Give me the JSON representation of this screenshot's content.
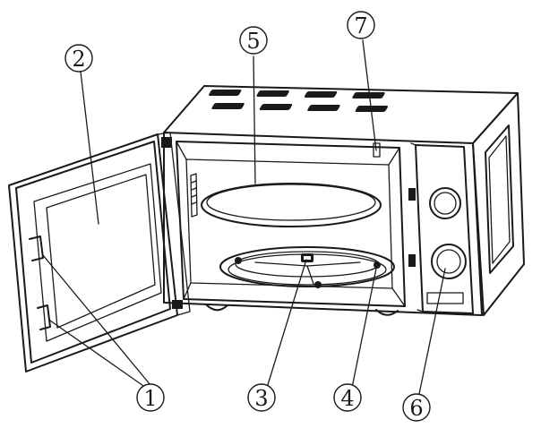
{
  "callouts": [
    {
      "label": "1",
      "part": "door-latch-hooks"
    },
    {
      "label": "2",
      "part": "door-window"
    },
    {
      "label": "3",
      "part": "turntable-shaft"
    },
    {
      "label": "4",
      "part": "roller-ring"
    },
    {
      "label": "5",
      "part": "glass-tray"
    },
    {
      "label": "6",
      "part": "control-knob"
    },
    {
      "label": "7",
      "part": "door-interlock-slot"
    }
  ]
}
